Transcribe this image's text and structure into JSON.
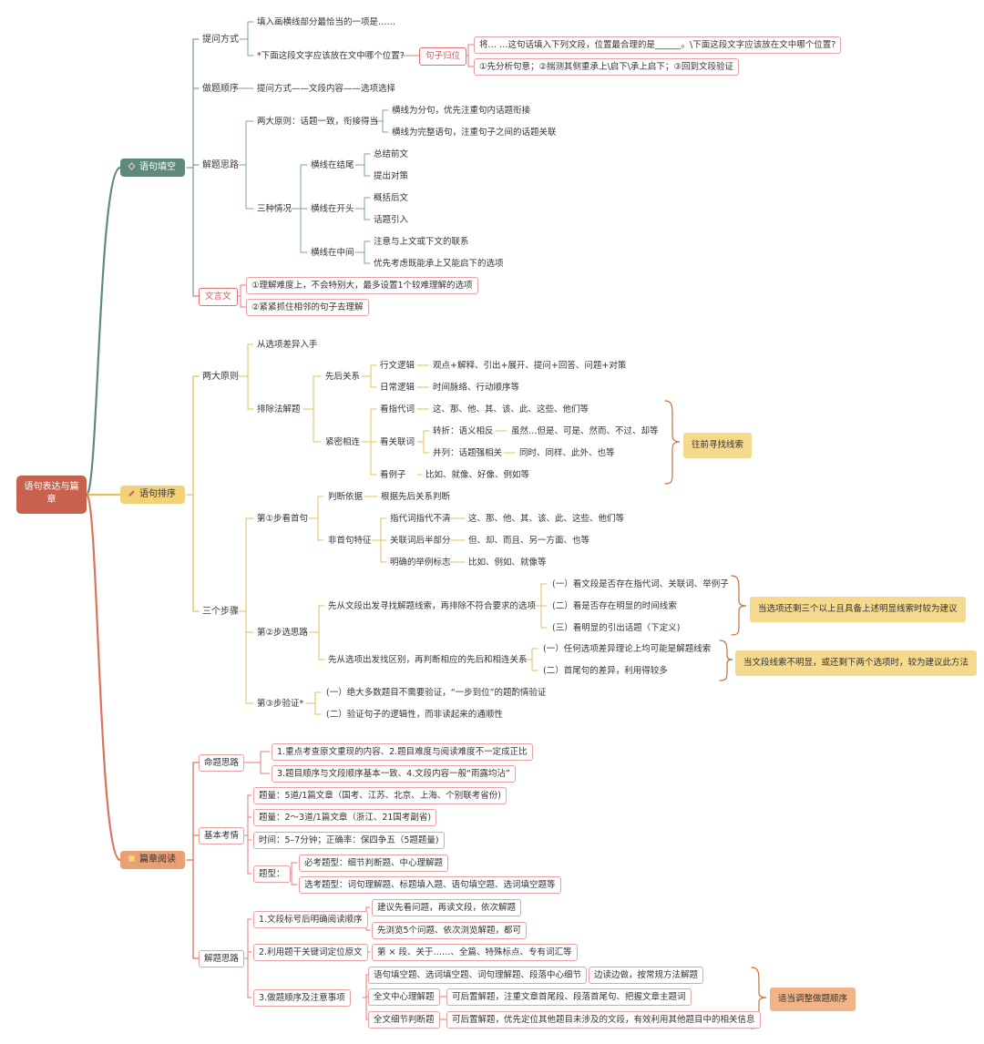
{
  "root": "语句表达与篇章",
  "s1": {
    "title": "语句填空",
    "q_way": "提问方式",
    "q1": "填入画横线部分最恰当的一项是……",
    "q2": "*下面这段文字应该放在文中哪个位置?",
    "tag": "句子归位",
    "t1": "将… …这句话填入下列文段，位置最合理的是______。\\下面这段文字应该放在文中哪个位置?",
    "t2": "①先分析句意；②揣测其侧重承上\\启下\\承上启下；③回到文段验证",
    "order": "做题顺序",
    "order_v": "提问方式——文段内容——选项选择",
    "idea": "解题思路",
    "two": "两大原则：话题一致，衔接得当",
    "two_a": "横线为分句，优先注重句内话题衔接",
    "two_b": "横线为完整语句，注重句子之间的话题关联",
    "three": "三种情况",
    "end": "横线在结尾",
    "end_a": "总结前文",
    "end_b": "提出对策",
    "start": "横线在开头",
    "start_a": "概括后文",
    "start_b": "话题引入",
    "mid": "横线在中间",
    "mid_a": "注意与上文或下文的联系",
    "mid_b": "优先考虑既能承上又能启下的选项",
    "wyw": "文言文",
    "wyw_a": "①理解难度上，不会特别大，最多设置1个较难理解的选项",
    "wyw_b": "②紧紧抓住相邻的句子去理解"
  },
  "s2": {
    "title": "语句排序",
    "two": "两大原则",
    "diff": "从选项差异入手",
    "excl": "排除法解题",
    "seq": "先后关系",
    "logic": "行文逻辑",
    "logic_v": "观点+解释、引出+展开、提问+回答、问题+对策",
    "daily": "日常逻辑",
    "daily_v": "时间脉络、行动顺序等",
    "tight": "紧密相连",
    "pron": "看指代词",
    "pron_v": "这、那、他、其、该、此、这些、他们等",
    "conj": "看关联词",
    "turn": "转折：语义相反",
    "turn_v": "虽然…但是、可是、然而、不过、却等",
    "para": "并列：话题强相关",
    "para_v": "同时、同样、此外、也等",
    "ex": "看例子",
    "ex_v": "比如、就像、好像、例如等",
    "back": "往前寻找线索",
    "steps": "三个步骤",
    "st1": "第①步看首句",
    "judge": "判断依据",
    "judge_v": "根据先后关系判断",
    "nonfirst": "非首句特征",
    "nf1": "指代词指代不清",
    "nf1_v": "这、那、他、其、该、此、这些、他们等",
    "nf2": "关联词后半部分",
    "nf2_v": "但、却、而且、另一方面、也等",
    "nf3": "明确的举例标志",
    "nf3_v": "比如、例如、就像等",
    "st2": "第②步选思路",
    "p1": "先从文段出发寻找解题线索，再排除不符合要求的选项",
    "p1a": "(一）看文段是否存在指代词、关联词、举例子",
    "p1b": "(二）看是否存在明显的时间线索",
    "p1c": "(三）看明显的引出话题（下定义)",
    "n1": "当选项还剩三个以上且具备上述明显线索时较为建议",
    "p2": "先从选项出发找区别，再判断相应的先后和相连关系",
    "p2a": "(一）任何选项差异理论上均可能是解题线索",
    "p2b": "(二）首尾句的差异，利用得较多",
    "n2": "当文段线索不明显，或还剩下两个选项时，较为建议此方法",
    "st3": "第③步验证*",
    "v1": "(一）绝大多数题目不需要验证，“一步到位”的题酌情验证",
    "v2": "(二）验证句子的逻辑性，而非读起来的通顺性"
  },
  "s3": {
    "title": "篇章阅读",
    "prop": "命题思路",
    "prop_a": "1.重点考查原文重现的内容、2.题目难度与阅读难度不一定成正比",
    "prop_b": "3.题目顺序与文段顺序基本一致、4.文段内容一般“雨露均沾”",
    "basic": "基本考情",
    "b1": "题量：5道/1篇文章（国考、江苏、北京、上海、个别联考省份)",
    "b2": "题量：2～3道/1篇文章（浙江、21国考副省)",
    "b3": "时间：5–7分钟；正确率：保四争五（5题题量)",
    "b4": "题型：",
    "b4a": "必考题型：细节判断题、中心理解题",
    "b4b": "选考题型：词句理解题、标题填入题、语句填空题、选词填空题等",
    "idea": "解题思路",
    "i1": "1.文段标号后明确阅读顺序",
    "i1a": "建议先看问题，再读文段，依次解题",
    "i1b": "先浏览5个问题、依次浏览解题，都可",
    "i2": "2.利用题干关键词定位原文",
    "i2a": "第 × 段、关于……、全篇、特殊标点、专有词汇等",
    "i3": "3.做题顺序及注意事项",
    "i3a": "语句填空题、选词填空题、词句理解题、段落中心细节",
    "i3a_v": "边读边做，按常规方法解题",
    "i3b": "全文中心理解题",
    "i3b_v": "可后置解题，注重文章首尾段、段落首尾句、把握文章主题词",
    "i3c": "全文细节判断题",
    "i3c_v": "可后置解题，优先定位其他题目未涉及的文段，有效利用其他题目中的相关信息",
    "note": "适当调整做题顺序"
  }
}
